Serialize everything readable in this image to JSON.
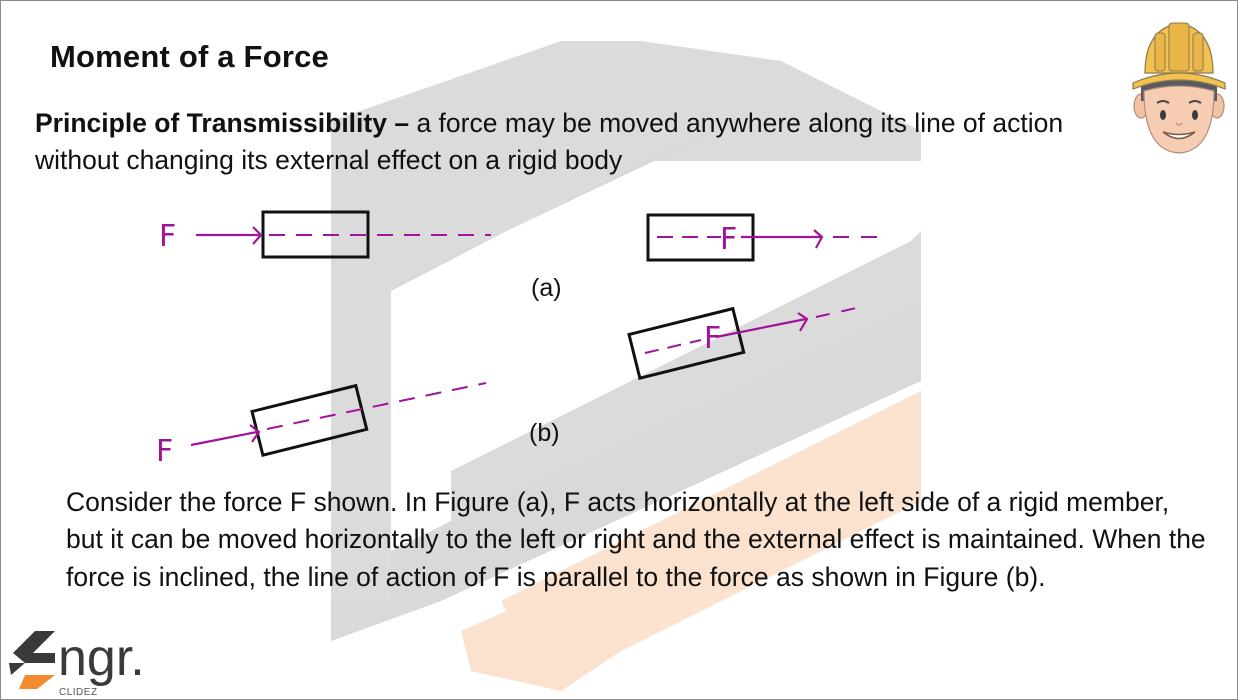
{
  "slide": {
    "title": "Moment of a Force",
    "principle": {
      "term": "Principle of Transmissibility –",
      "definition": " a force may be moved anywhere along its line of action without changing its external effect on a rigid body"
    },
    "figures": {
      "a": {
        "label": "(a)",
        "force_symbol": "F",
        "left_case": {
          "force_symbol": "F",
          "applied_at": "left side of member",
          "direction": "horizontal"
        },
        "right_case": {
          "force_symbol": "F",
          "applied_at": "moved along line of action to right",
          "direction": "horizontal"
        }
      },
      "b": {
        "label": "(b)",
        "force_symbol": "F",
        "left_case": {
          "force_symbol": "F",
          "applied_at": "left side of member",
          "direction": "inclined"
        },
        "right_case": {
          "force_symbol": "F",
          "applied_at": "moved along inclined line of action",
          "direction": "inclined"
        }
      }
    },
    "explanation": "Consider the force F shown. In Figure (a), F acts horizontally at the left side of a rigid member, but it can be moved horizontally to the left or right and the external effect is maintained. When the force is inclined, the line of action of F is parallel to the force as shown in Figure (b).",
    "logo": {
      "text": "ngr.",
      "subtext": "CLIDEZ"
    },
    "icons": {
      "mascot": "engineer-hardhat-mascot",
      "logo": "engr-clidez-logo",
      "watermark": "engr-e-watermark"
    }
  },
  "colors": {
    "force_ink": "#a0149a",
    "member_outline": "#111111",
    "watermark_gray": "#d9d9d9",
    "watermark_orange": "#fbe2cf",
    "hardhat": "#f2c14e",
    "logo_dark": "#3a3a3a",
    "logo_orange": "#f28a2e"
  }
}
